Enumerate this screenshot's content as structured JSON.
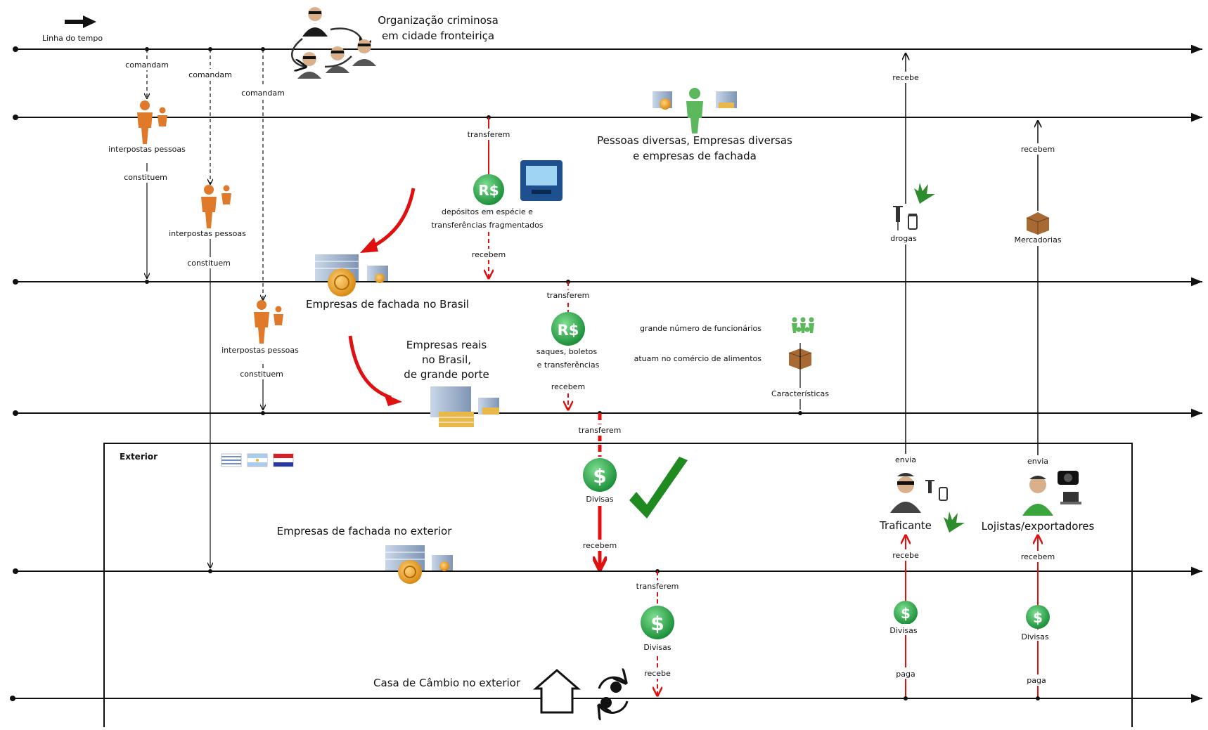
{
  "colors": {
    "line": "#111111",
    "red_flow": "#e01010",
    "orange_person": "#e07a2a",
    "green_money": "#2fa84f",
    "check_green": "#1f8a1f"
  },
  "legend": {
    "label": "Linha do tempo"
  },
  "header": {
    "org_line1": "Organização criminosa",
    "org_line2": "em cidade fronteiriça"
  },
  "labels": {
    "comandam": "comandam",
    "constituem": "constituem",
    "interpostas": "interpostas pessoas",
    "transferem": "transferem",
    "recebem": "recebem",
    "recebe": "recebe",
    "envia": "envia",
    "paga": "paga",
    "divisas": "Divisas"
  },
  "nodes": {
    "pessoas_line1": "Pessoas diversas, Empresas diversas",
    "pessoas_line2": "e empresas de fachada",
    "depositos_line1": "depósitos em espécie e",
    "depositos_line2": "transferências fragmentados",
    "fachada_brasil": "Empresas de fachada no Brasil",
    "reais_line1": "Empresas reais",
    "reais_line2": "no Brasil,",
    "reais_line3": "de grande porte",
    "saques_line1": "saques, boletos",
    "saques_line2": "e transferências",
    "caract_1": "grande número de funcionários",
    "caract_2": "atuam no comércio de alimentos",
    "caract_title": "Características",
    "drogas": "drogas",
    "mercadorias": "Mercadorias",
    "exterior": "Exterior",
    "fachada_exterior": "Empresas de fachada no exterior",
    "traficante": "Traficante",
    "lojistas": "Lojistas/exportadores",
    "casa_cambio": "Casa de Câmbio no exterior",
    "real_symbol": "R$",
    "dollar_symbol": "$"
  },
  "icons": [
    "arrow-right-icon",
    "criminal-group-icon",
    "orange-person-icon",
    "green-person-icon",
    "building-icon",
    "snail-icon",
    "atm-icon",
    "real-coin-icon",
    "dollar-coin-icon",
    "check-icon",
    "syringe-icon",
    "pill-bottle-icon",
    "cannabis-leaf-icon",
    "box-icon",
    "workers-icon",
    "flag-icon",
    "camera-icon",
    "laptop-icon",
    "house-icon",
    "exchange-icon"
  ]
}
